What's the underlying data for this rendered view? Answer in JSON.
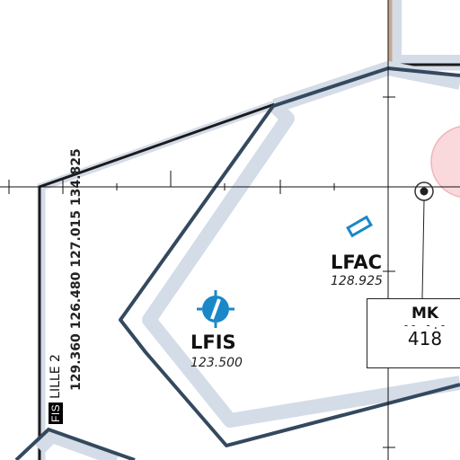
{
  "map": {
    "fis_sector": {
      "tag": "FIS",
      "name": "LILLE 2",
      "frequencies": "129.360 126.480 127.015 134.825"
    },
    "aerodromes": [
      {
        "code": "LFIS",
        "frequency": "123.500",
        "symbol": "runway-circle-icon",
        "color": "#1a87c9"
      },
      {
        "code": "LFAC",
        "frequency": "128.925",
        "symbol": "runway-rectangle-icon",
        "color": "#1a87c9"
      }
    ],
    "navaid": {
      "ident": "MK",
      "morse": "-- -.-",
      "frequency": "418",
      "symbol": "ndb-icon"
    },
    "colors": {
      "boundary_dark": "#34495e",
      "boundary_halo": "#d4dce8",
      "restricted_brown": "#c7a88f",
      "danger_area_fill": "#f9d9dc",
      "danger_area_stroke": "#f1b5bb"
    }
  }
}
